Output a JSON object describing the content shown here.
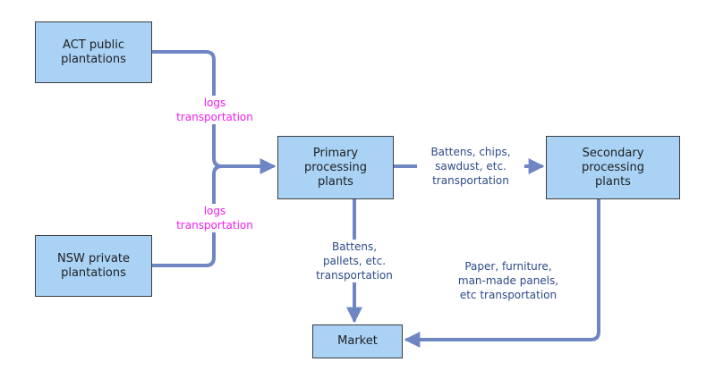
{
  "colors": {
    "node_fill": "#a9d2f5",
    "node_border": "#3d3d3d",
    "edge": "#6e87c4",
    "log_label": "#f21df2",
    "flow_label": "#2c4a8a"
  },
  "nodes": {
    "act": "ACT public\nplantations",
    "nsw": "NSW private\nplantations",
    "primary": "Primary processing\nplants",
    "secondary": "Secondary processing\nplants",
    "market": "Market"
  },
  "edge_labels": {
    "act_logs": "logs\ntransportation",
    "nsw_logs": "logs\ntransportation",
    "primary_secondary": "Battens, chips,\nsawdust, etc.\ntransportation",
    "primary_market": "Battens,\npallets, etc.\ntransportation",
    "secondary_market": "Paper, furniture,\nman-made panels,\netc transportation"
  }
}
